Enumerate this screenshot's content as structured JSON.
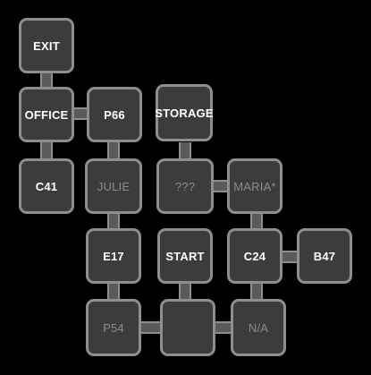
{
  "map": {
    "rooms": [
      {
        "id": "exit",
        "label": "EXIT",
        "dim": false
      },
      {
        "id": "office",
        "label": "OFFICE",
        "dim": false
      },
      {
        "id": "p66",
        "label": "P66",
        "dim": false
      },
      {
        "id": "storage",
        "label": "STORAGE",
        "dim": false
      },
      {
        "id": "c41",
        "label": "C41",
        "dim": false
      },
      {
        "id": "julie",
        "label": "JULIE",
        "dim": true
      },
      {
        "id": "unknown",
        "label": "???",
        "dim": true
      },
      {
        "id": "maria",
        "label": "MARIA*",
        "dim": true
      },
      {
        "id": "e17",
        "label": "E17",
        "dim": false
      },
      {
        "id": "start",
        "label": "START",
        "dim": false
      },
      {
        "id": "c24",
        "label": "C24",
        "dim": false
      },
      {
        "id": "b47",
        "label": "B47",
        "dim": false
      },
      {
        "id": "p54",
        "label": "P54",
        "dim": true
      },
      {
        "id": "blank",
        "label": "",
        "dim": false
      },
      {
        "id": "na",
        "label": "N/A",
        "dim": true
      }
    ]
  },
  "colors": {
    "background": "#000000",
    "room_fill": "#3c3c3c",
    "room_border": "#8e8e8e",
    "label_bright": "#ffffff",
    "label_dim": "#8c8c8c"
  }
}
